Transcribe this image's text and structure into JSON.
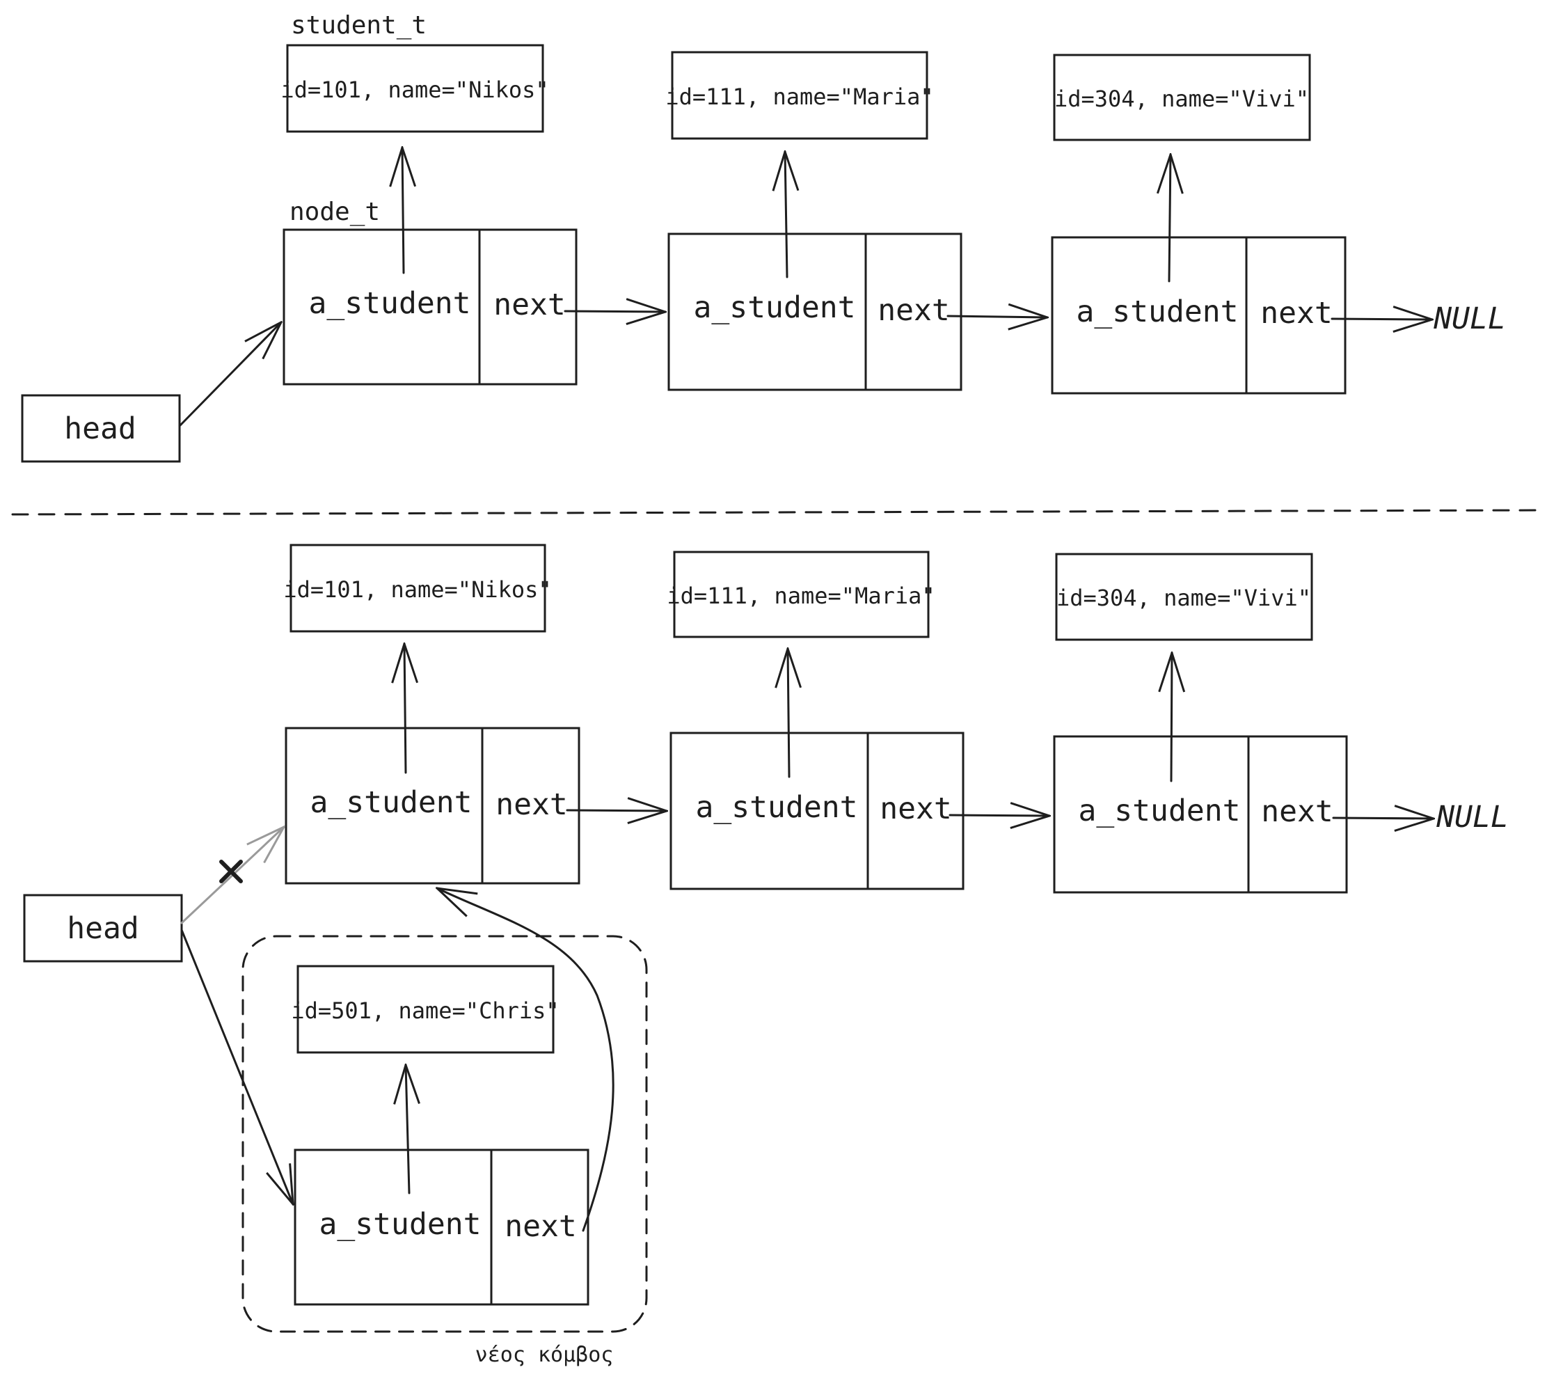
{
  "labels": {
    "student_type": "student_t",
    "node_type": "node_t",
    "head": "head",
    "a_student": "a_student",
    "next": "next",
    "null": "NULL",
    "new_node": "νέος κόμβος"
  },
  "students": [
    "id=101, name=\"Nikos\"",
    "id=111, name=\"Maria\"",
    "id=304, name=\"Vivi\""
  ],
  "new_student": "id=501, name=\"Chris\"",
  "colors": {
    "ink": "#1e1e1e",
    "removed_link": "#9a9a9a",
    "cross": "#e03131"
  }
}
